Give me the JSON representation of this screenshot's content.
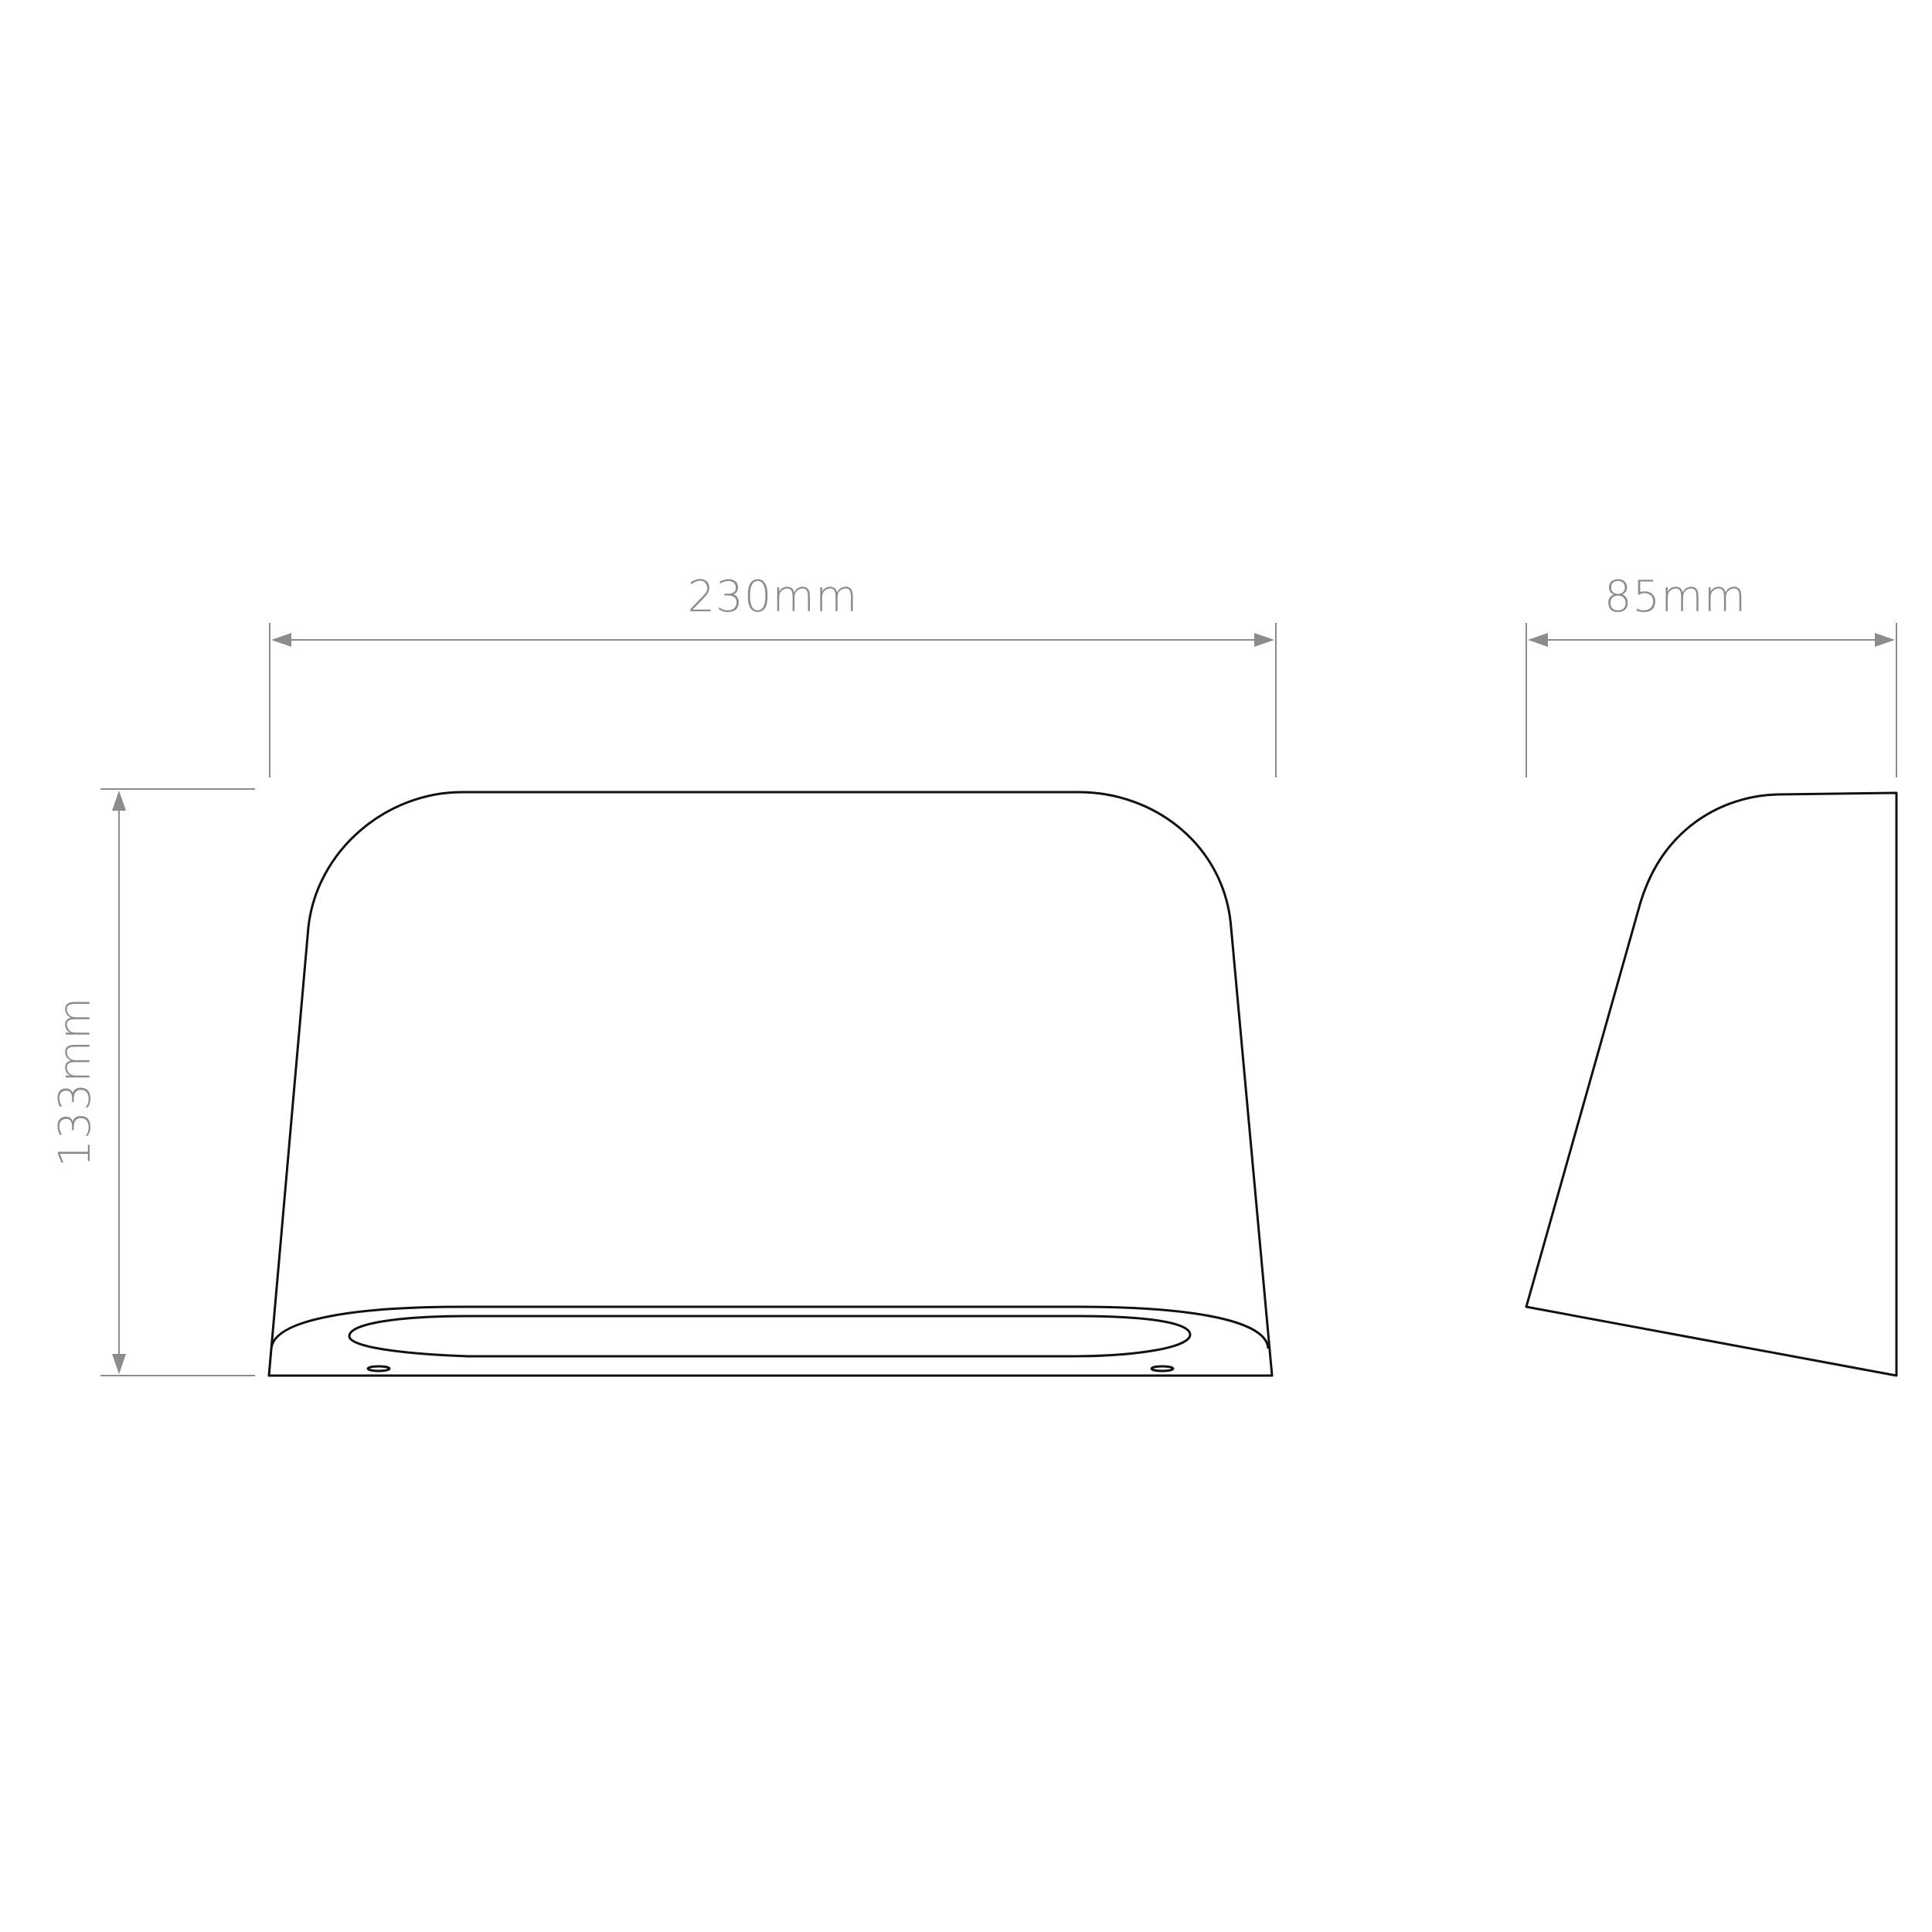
{
  "dimensions": {
    "width_label": "230mm",
    "depth_label": "85mm",
    "height_label": "133mm"
  },
  "colors": {
    "background": "#ffffff",
    "outline": "#111111",
    "dimension": "#8c8c8c"
  }
}
